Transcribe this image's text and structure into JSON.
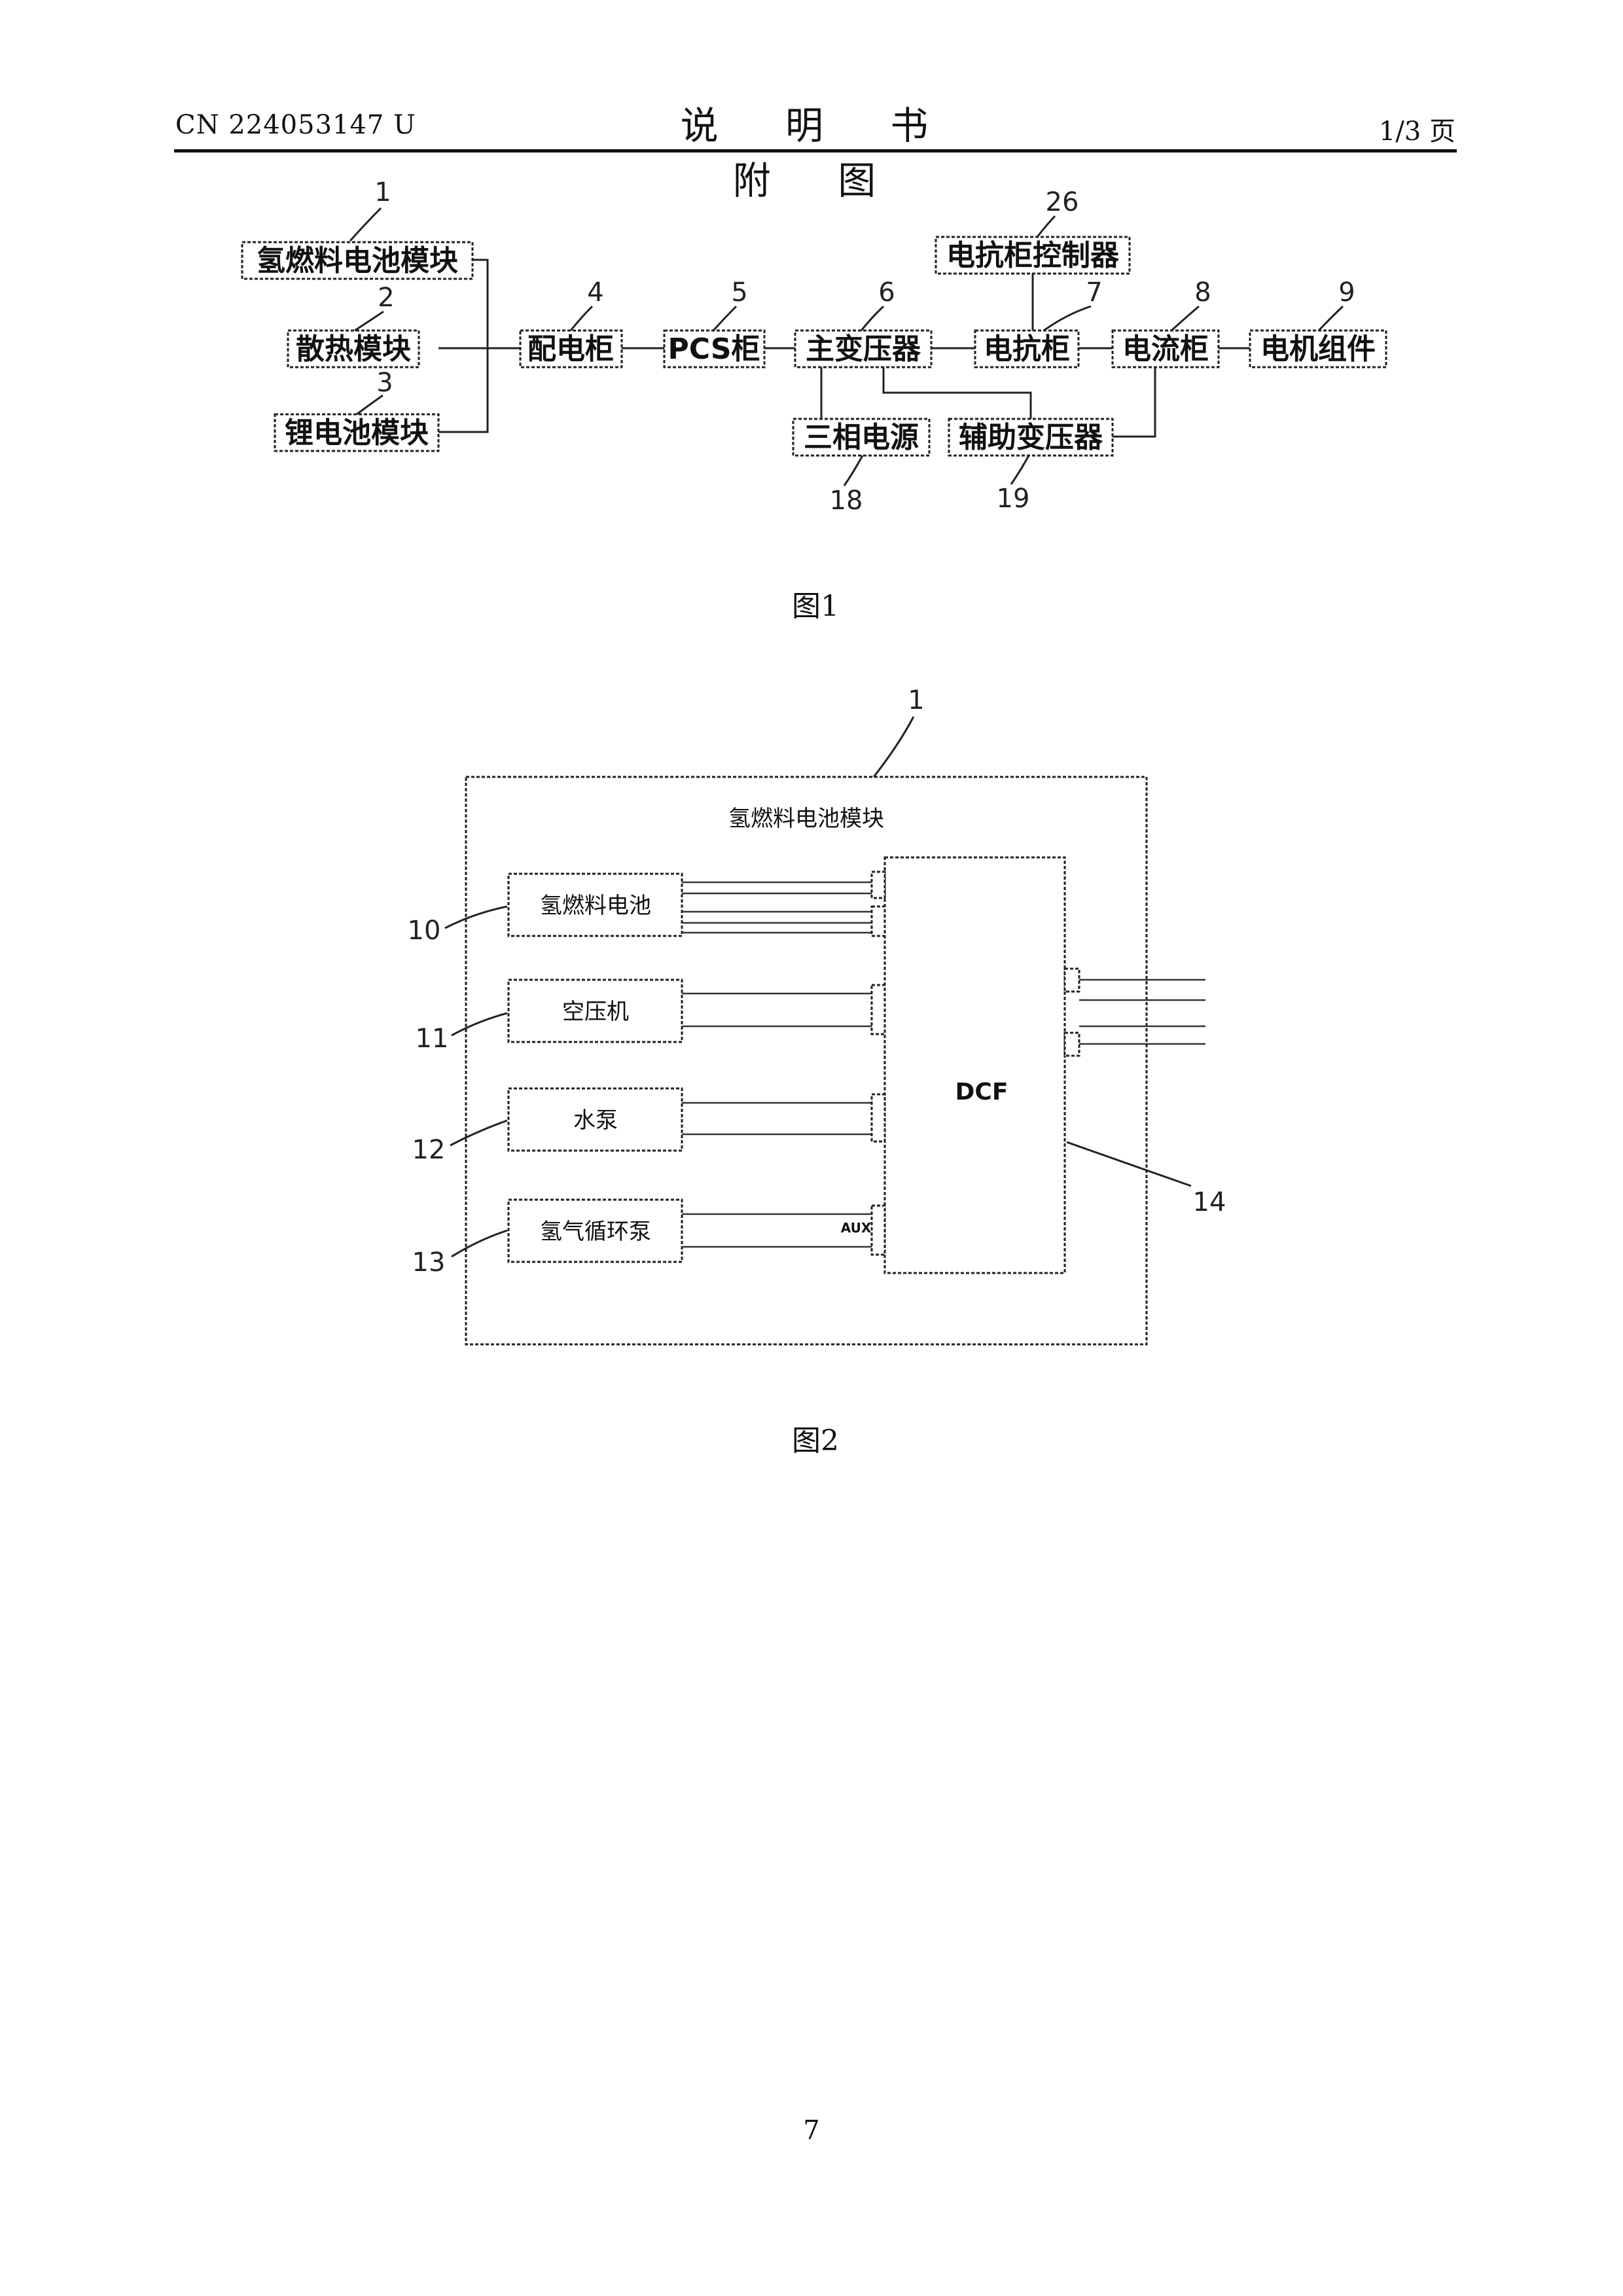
{
  "header": {
    "publication_number": "CN 224053147 U",
    "title": "说 明 书 附 图",
    "sheet": "1/3 页"
  },
  "figure1": {
    "caption": "图1",
    "blocks": {
      "b1": {
        "ref": "1",
        "label": "氢燃料电池模块"
      },
      "b2": {
        "ref": "2",
        "label": "散热模块"
      },
      "b3": {
        "ref": "3",
        "label": "锂电池模块"
      },
      "b4": {
        "ref": "4",
        "label": "配电柜"
      },
      "b5": {
        "ref": "5",
        "label": "PCS柜"
      },
      "b6": {
        "ref": "6",
        "label": "主变压器"
      },
      "b7": {
        "ref": "7",
        "label": "电抗柜"
      },
      "b8": {
        "ref": "8",
        "label": "电流柜"
      },
      "b9": {
        "ref": "9",
        "label": "电机组件"
      },
      "b18": {
        "ref": "18",
        "label": "三相电源"
      },
      "b19": {
        "ref": "19",
        "label": "辅助变压器"
      },
      "b26": {
        "ref": "26",
        "label": "电抗柜控制器"
      }
    }
  },
  "figure2": {
    "caption": "图2",
    "outer_ref": "1",
    "outer_title": "氢燃料电池模块",
    "components": {
      "c10": {
        "ref": "10",
        "label": "氢燃料电池"
      },
      "c11": {
        "ref": "11",
        "label": "空压机"
      },
      "c12": {
        "ref": "12",
        "label": "水泵"
      },
      "c13": {
        "ref": "13",
        "label": "氢气循环泵"
      }
    },
    "converter": {
      "ref": "14",
      "label": "DCF",
      "port_label": "AUX"
    }
  },
  "footer": {
    "page_number": "7"
  }
}
